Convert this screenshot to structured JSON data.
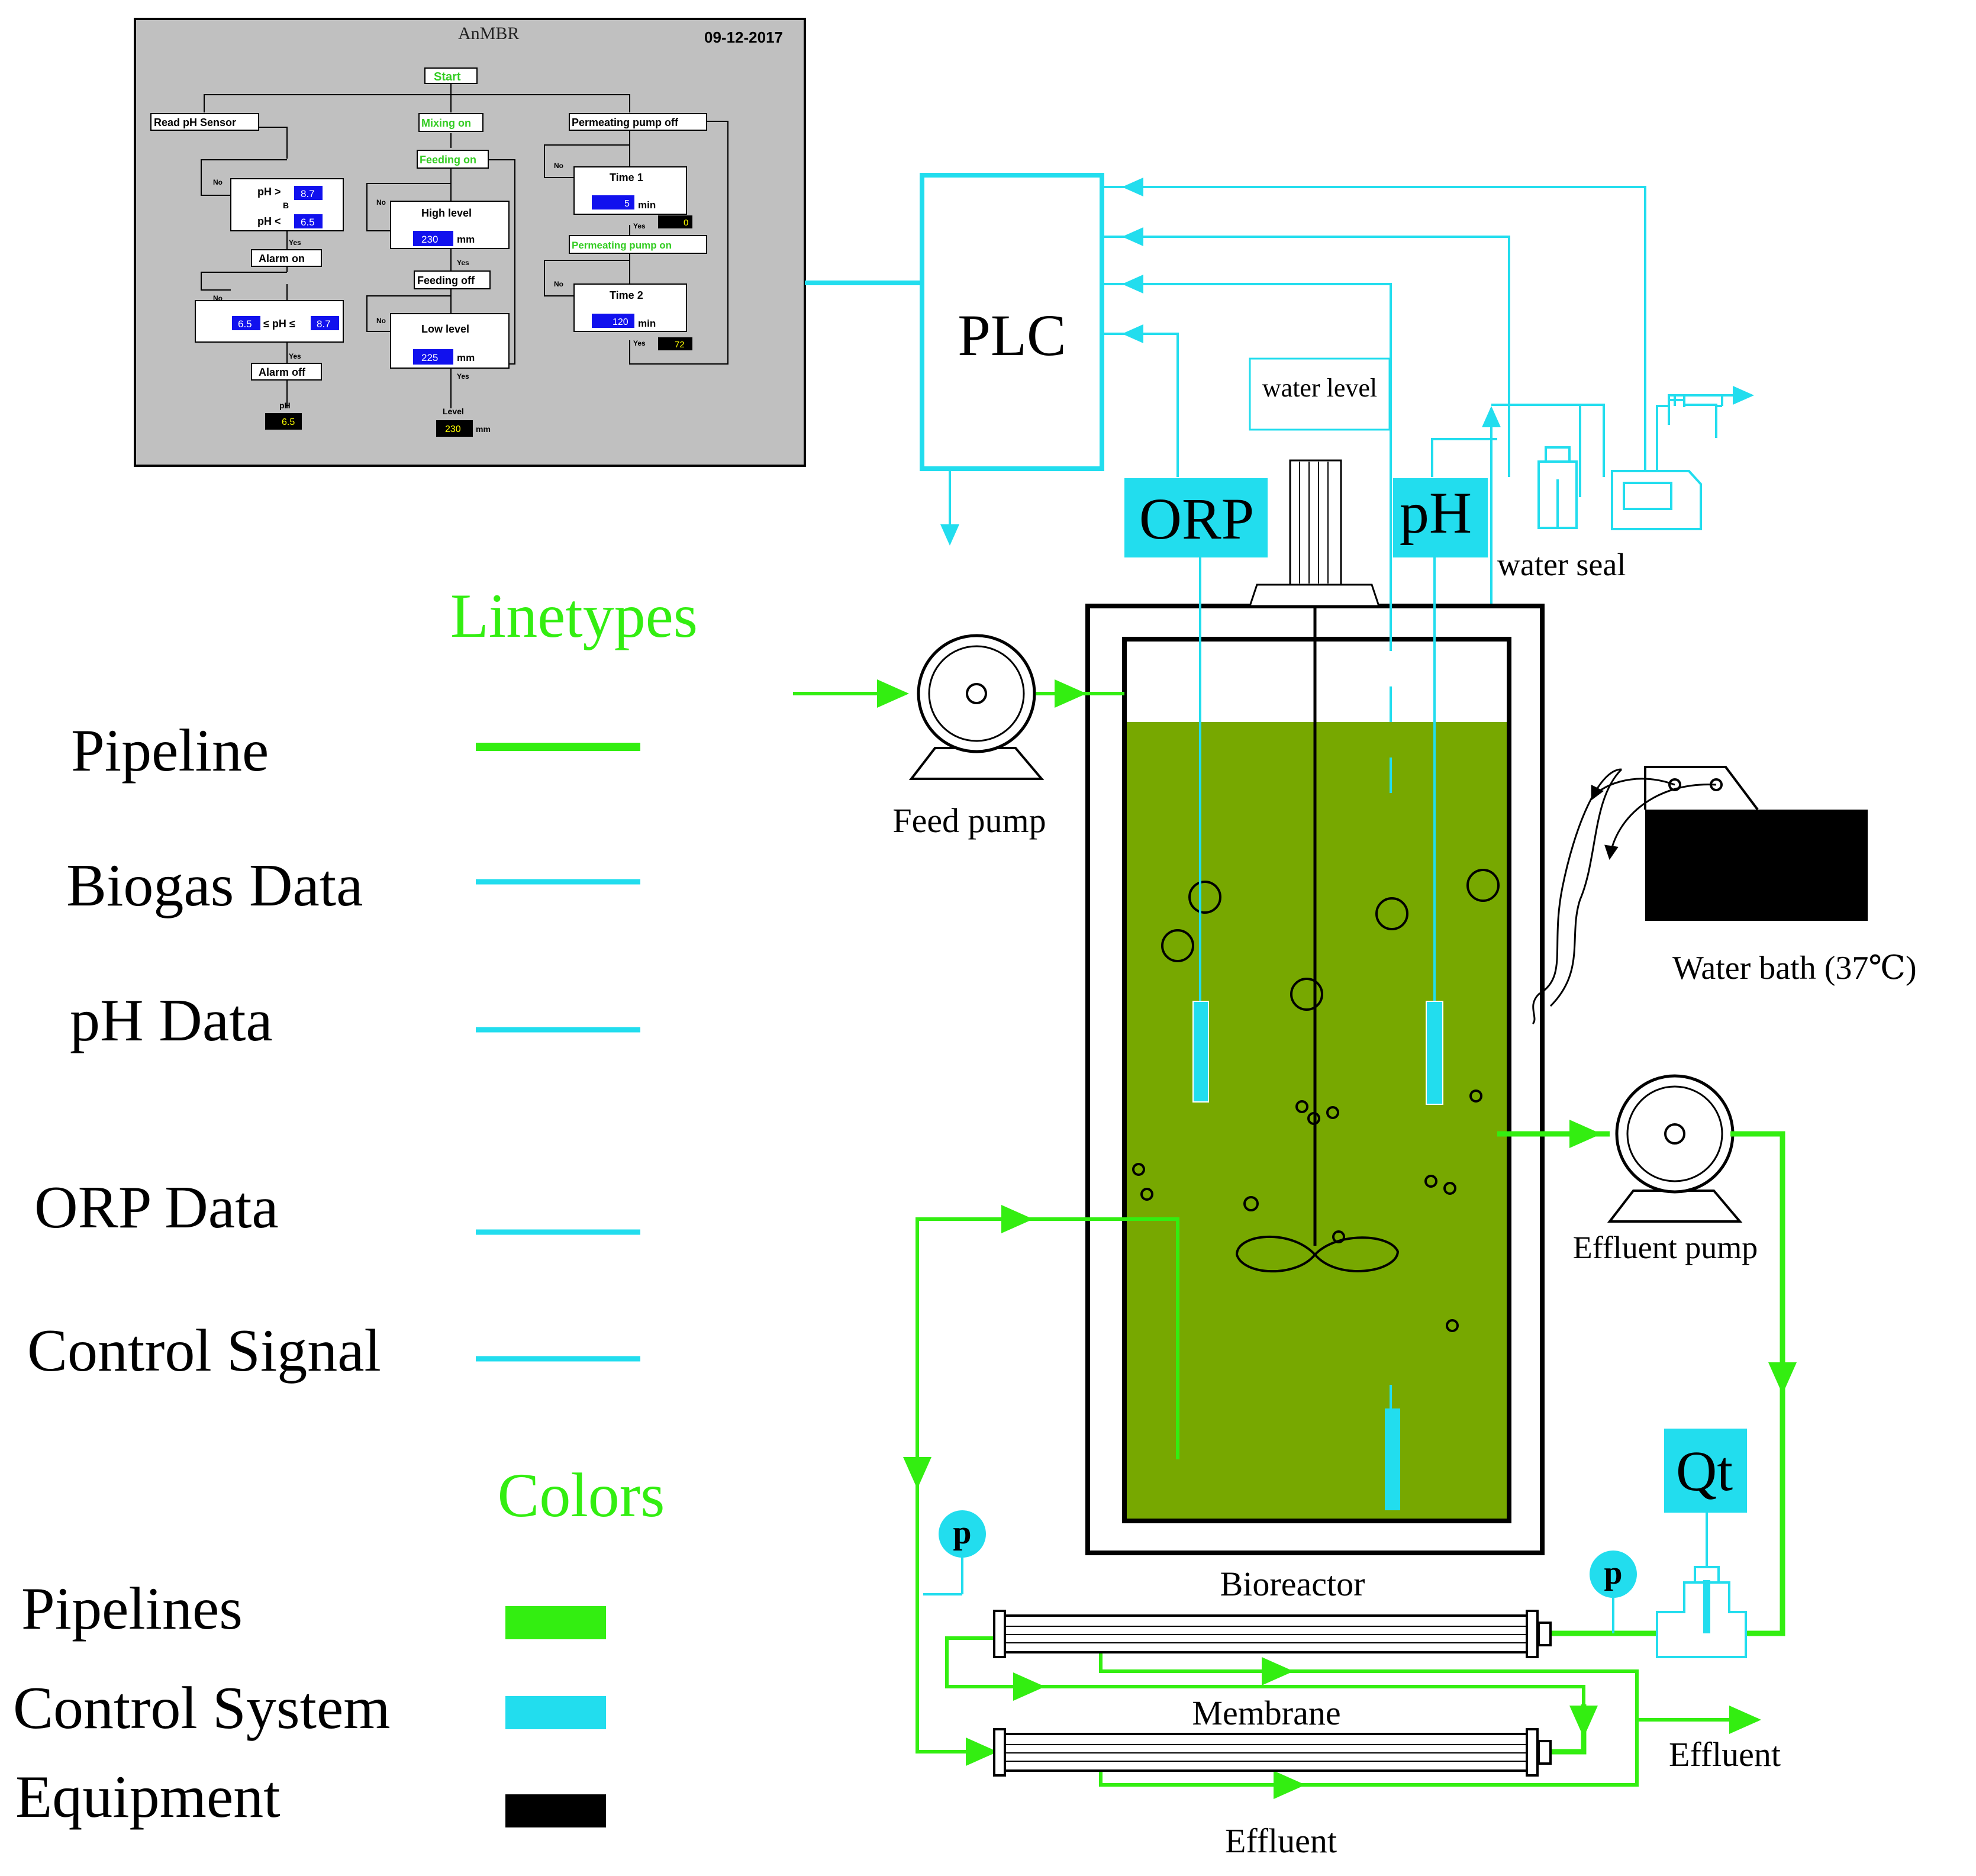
{
  "scada": {
    "title": "AnMBR",
    "date": "09-12-2017",
    "start": "Start",
    "read_ph_sensor": "Read pH Sensor",
    "mixing_on": "Mixing on",
    "permeating_pump_off": "Permeating pump off",
    "feeding_on": "Feeding on",
    "feeding_off": "Feeding off",
    "high_level": "High level",
    "low_level": "Low level",
    "alarm_on": "Alarm on",
    "alarm_off": "Alarm off",
    "ph_gt": "pH >",
    "ph_lt": "pH <",
    "ph_range": "≤ pH ≤",
    "ph_high_value": "8.7",
    "ph_low_value": "6.5",
    "range_low": "6.5",
    "range_high": "8.7",
    "or_label": "B",
    "high_level_value": "230",
    "low_level_value": "225",
    "unit_mm": "mm",
    "time1": "Time 1",
    "time1_value": "5",
    "time1_counter": "0",
    "time2": "Time 2",
    "time2_value": "120",
    "time2_counter": "72",
    "unit_min": "min",
    "permeating_pump_on": "Permeating pump on",
    "no": "No",
    "yes": "Yes",
    "ph_display_label": "pH",
    "ph_display_value": "6.5",
    "level_display_label": "Level",
    "level_display_value": "230",
    "level_unit": "mm"
  },
  "diagram": {
    "plc": "PLC",
    "orp": "ORP",
    "ph": "pH",
    "water_level": "water level",
    "water_seal": "water seal",
    "feed_pump": "Feed pump",
    "water_bath": "Water bath (37℃)",
    "effluent_pump": "Effluent pump",
    "bioreactor": "Bioreactor",
    "membrane": "Membrane",
    "effluent_right": "Effluent",
    "effluent_bottom": "Effluent",
    "qt": "Qt",
    "p1": "p",
    "p2": "p"
  },
  "legend": {
    "linetypes_title": "Linetypes",
    "pipeline": "Pipeline",
    "biogas_data": "Biogas Data",
    "ph_data": "pH Data",
    "orp_data": "ORP Data",
    "control_signal": "Control Signal",
    "colors_title": "Colors",
    "pipelines": "Pipelines",
    "control_system": "Control System",
    "equipment": "Equipment"
  },
  "colors": {
    "pipeline_green": "#33ee11",
    "control_cyan": "#22ddee",
    "equipment_black": "#000000",
    "sludge_green": "#77a800",
    "panel_gray": "#c0c0c0"
  }
}
